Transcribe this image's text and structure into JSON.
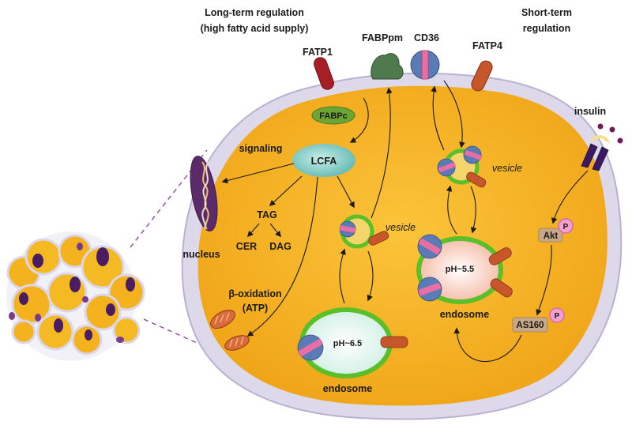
{
  "headers": {
    "long_term_line1": "Long-term regulation",
    "long_term_line2": "(high fatty acid supply)",
    "short_term_line1": "Short-term",
    "short_term_line2": "regulation"
  },
  "transporters": {
    "fatp1": "FATP1",
    "fabppm": "FABPpm",
    "cd36": "CD36",
    "fatp4": "FATP4"
  },
  "cytoplasm": {
    "fabpc": "FABPc",
    "lcfa": "LCFA",
    "signaling": "signaling",
    "nucleus": "nucleus",
    "tag": "TAG",
    "cer": "CER",
    "dag": "DAG",
    "beta_oxidation_line1": "β-oxidation",
    "beta_oxidation_line2": "(ATP)"
  },
  "vesicles": {
    "vesicle_left": "vesicle",
    "vesicle_right": "vesicle",
    "endosome_left_ph": "pH~6.5",
    "endosome_left_label": "endosome",
    "endosome_right_ph": "pH~5.5",
    "endosome_right_label": "endosome"
  },
  "insulin_pathway": {
    "insulin": "insulin",
    "akt": "Akt",
    "as160": "AS160",
    "phospho_a": "P",
    "phospho_b": "P"
  },
  "colors": {
    "cell_fill": "#f6b51e",
    "membrane": "#d9d4e6",
    "vesicle_ring": "#5bbf2a",
    "cd36_blue": "#5a7bb5",
    "cd36_pink": "#e86ea6",
    "fatp1_red": "#a51f24",
    "fatp4_orange": "#c7572a",
    "fabppm_green": "#4e7a4e",
    "lcfa_teal": "#8fd1cc",
    "nucleus_purple": "#5a2a6a",
    "insulin_purple": "#6b1b55"
  }
}
